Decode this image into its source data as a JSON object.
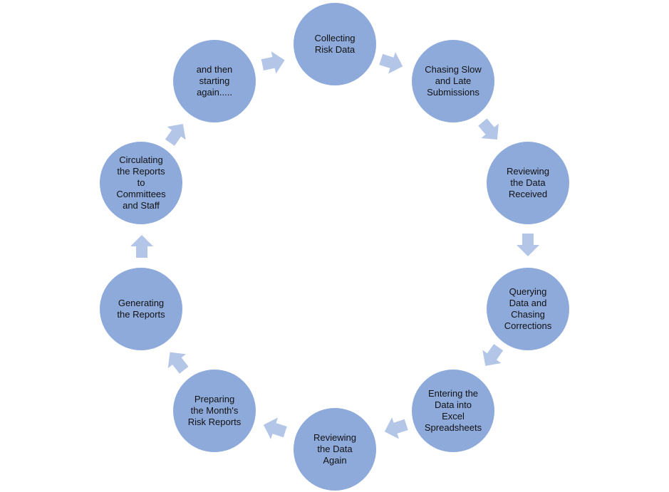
{
  "diagram": {
    "node_color": "#8eaadb",
    "arrow_color": "#b4c6e7",
    "nodes": [
      {
        "label": "Collecting\nRisk Data"
      },
      {
        "label": "Chasing Slow\nand Late\nSubmissions"
      },
      {
        "label": "Reviewing\nthe Data\nReceived"
      },
      {
        "label": "Querying\nData and\nChasing\nCorrections"
      },
      {
        "label": "Entering the\nData into\nExcel\nSpreadsheets"
      },
      {
        "label": "Reviewing\nthe Data\nAgain"
      },
      {
        "label": "Preparing\nthe Month's\nRisk Reports"
      },
      {
        "label": "Generating\nthe Reports"
      },
      {
        "label": "Circulating\nthe Reports\nto\nCommittees\nand Staff"
      },
      {
        "label": "and then\nstarting\nagain....."
      }
    ]
  }
}
